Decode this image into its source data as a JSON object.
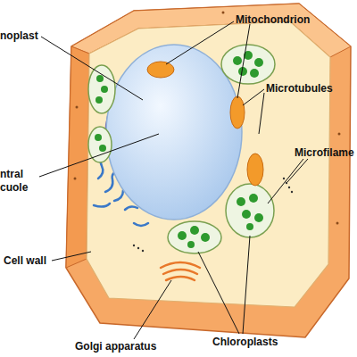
{
  "diagram": {
    "labels": [
      "noplast",
      "Mitochondrion",
      "Microtubules",
      "ntral cuole",
      "Microfilame",
      "Cell wall",
      "Golgi apparatus",
      "Chloroplasts"
    ]
  }
}
